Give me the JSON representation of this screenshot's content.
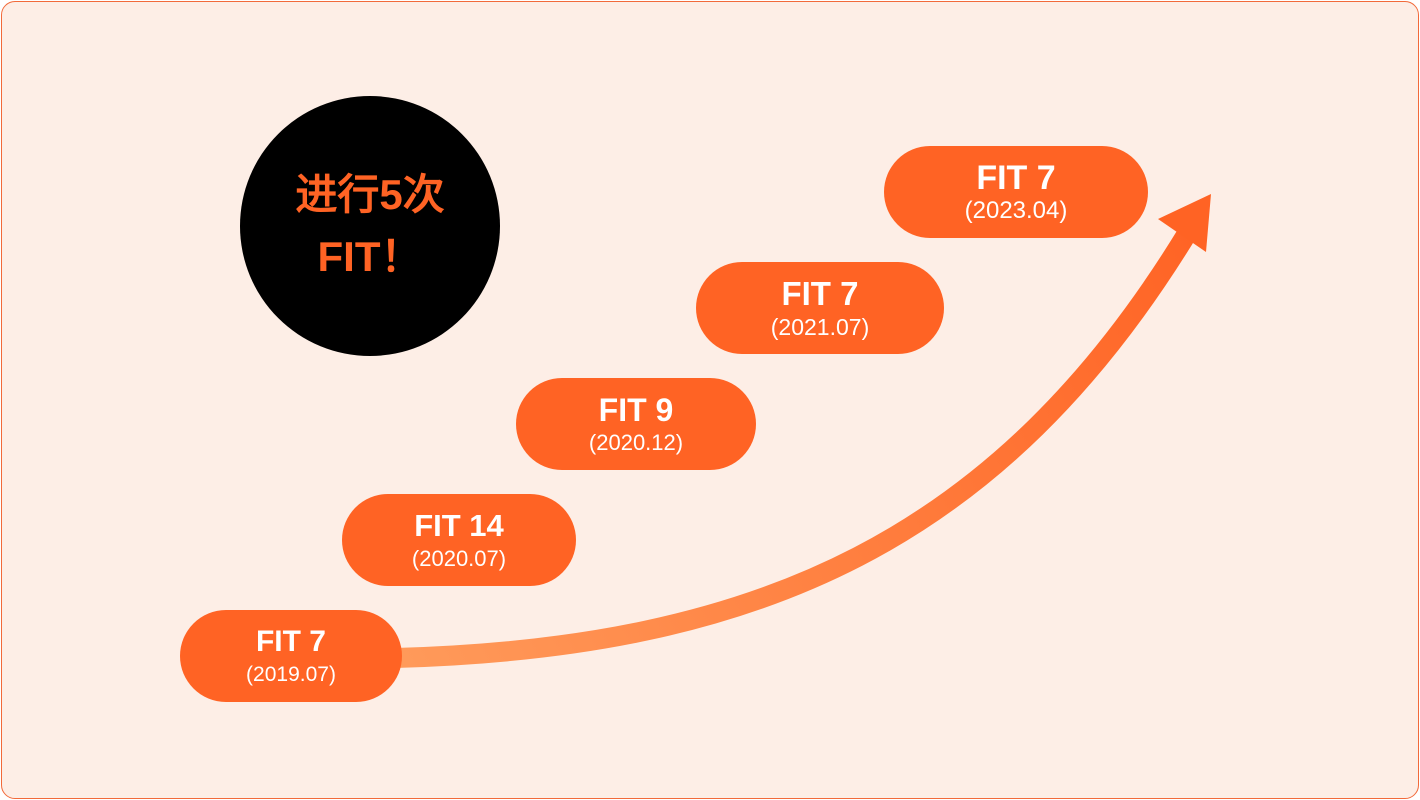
{
  "badge": {
    "line1": "进行5次",
    "line2": "FIT！"
  },
  "milestones": [
    {
      "title": "FIT 7",
      "date": "(2019.07)"
    },
    {
      "title": "FIT 14",
      "date": "(2020.07)"
    },
    {
      "title": "FIT 9",
      "date": "(2020.12)"
    },
    {
      "title": "FIT 7",
      "date": "(2021.07)"
    },
    {
      "title": "FIT 7",
      "date": "(2023.04)"
    }
  ],
  "colors": {
    "background": "#fdeee6",
    "accent": "#ff6324",
    "arrow_start": "#ff9a5a",
    "badge": "#000000"
  }
}
